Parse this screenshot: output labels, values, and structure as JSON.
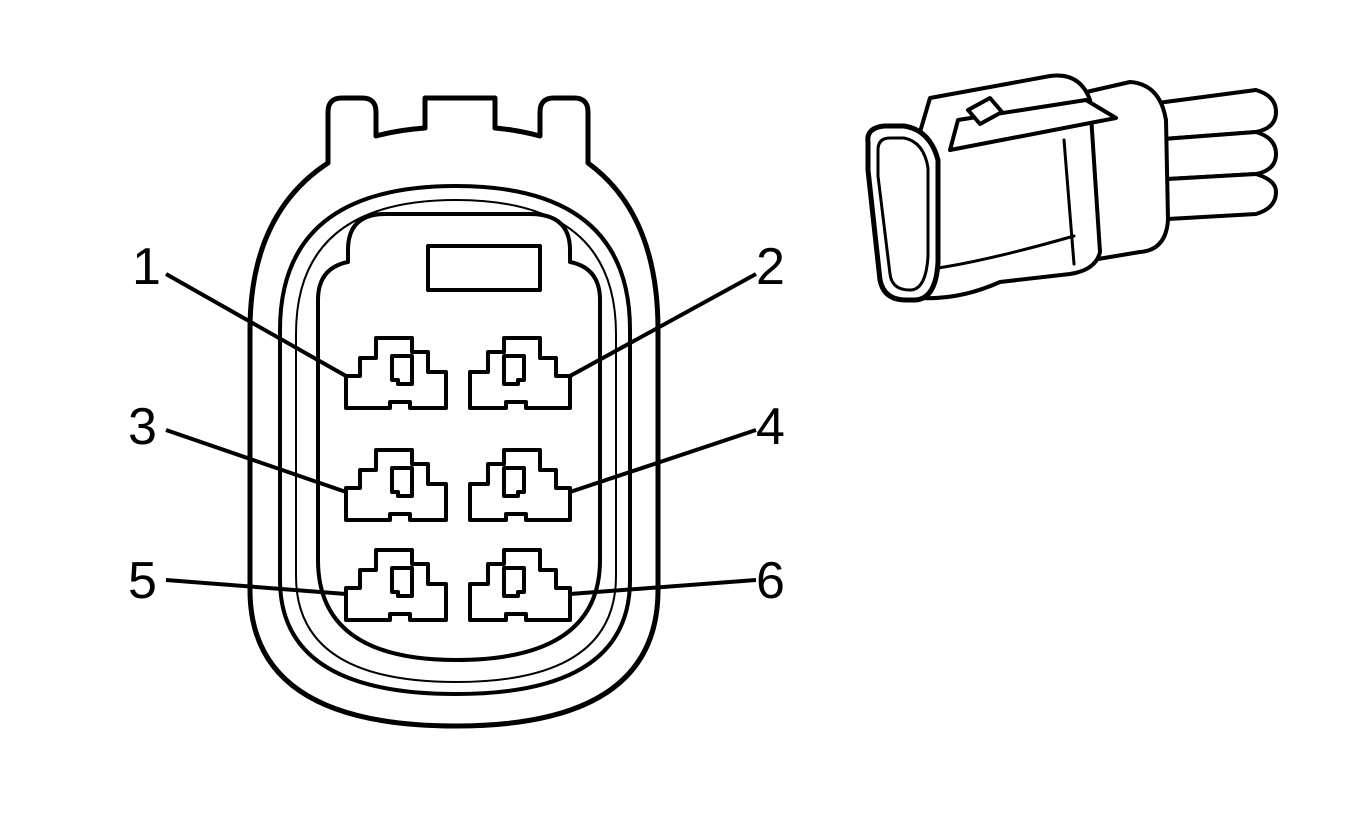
{
  "diagram": {
    "colors": {
      "stroke": "#000000",
      "fill": "#ffffff"
    },
    "pins": [
      {
        "id": 1,
        "label": "1"
      },
      {
        "id": 2,
        "label": "2"
      },
      {
        "id": 3,
        "label": "3"
      },
      {
        "id": 4,
        "label": "4"
      },
      {
        "id": 5,
        "label": "5"
      },
      {
        "id": 6,
        "label": "6"
      }
    ]
  }
}
